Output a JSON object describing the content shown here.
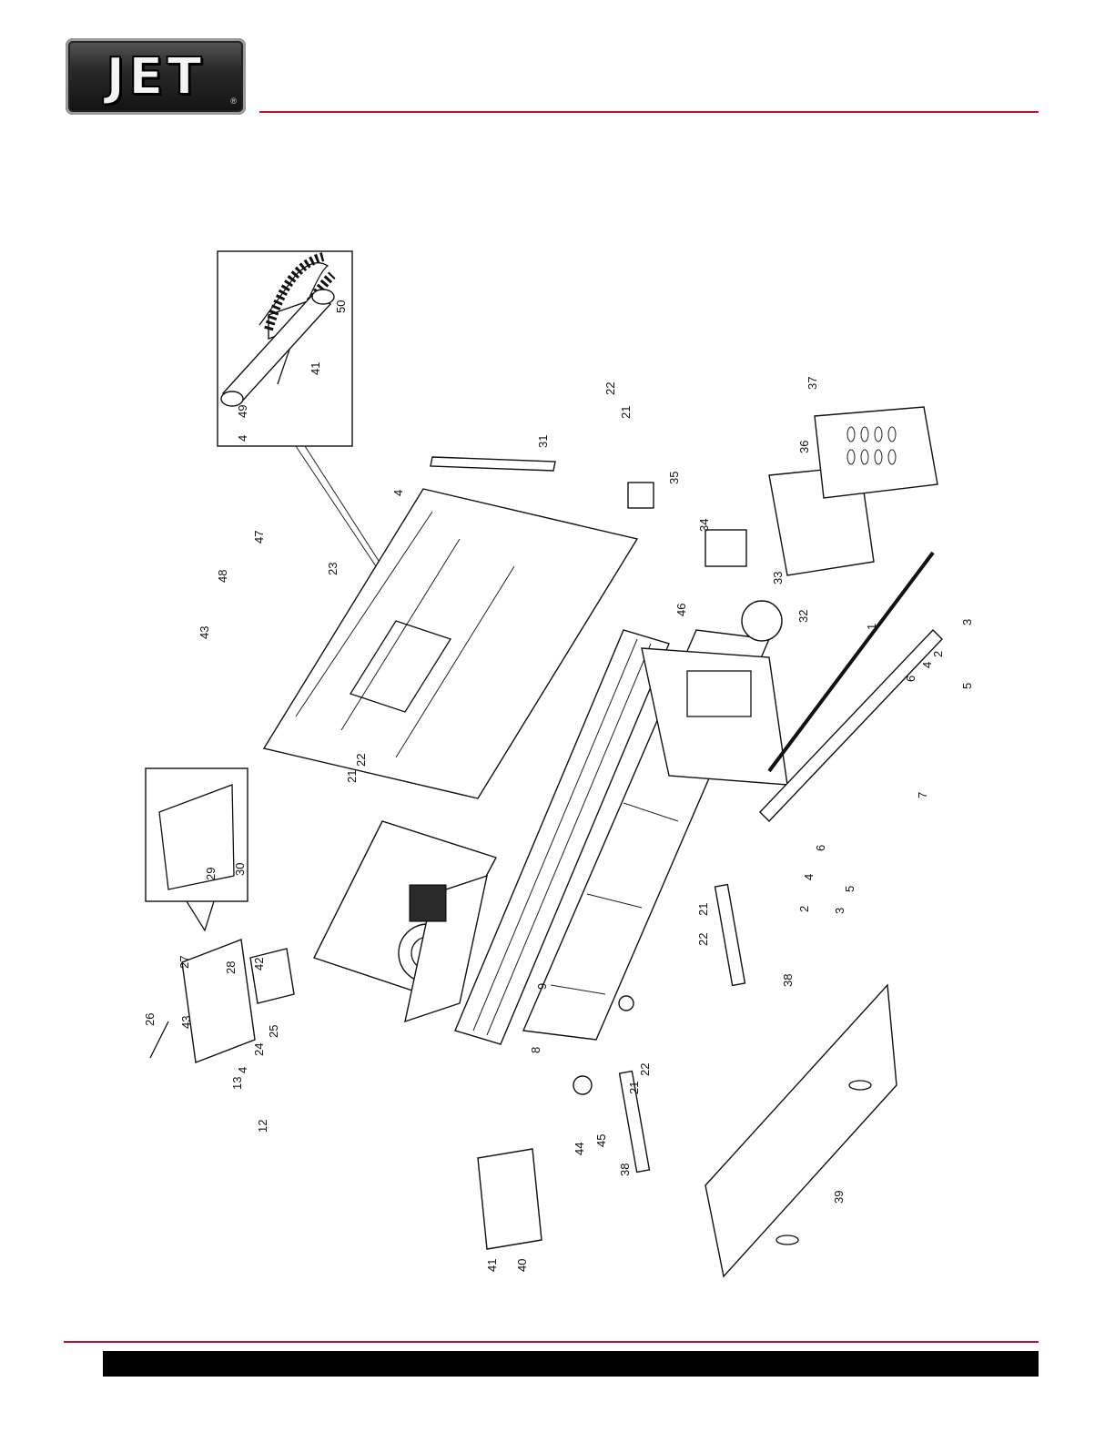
{
  "header": {
    "logo_text": "JET",
    "logo_registered": "®"
  },
  "colors": {
    "accent_rule": "#c8102e",
    "footer_bar": "#000000"
  },
  "diagram": {
    "part_labels": [
      "1",
      "2",
      "2",
      "3",
      "3",
      "4",
      "4",
      "4",
      "4",
      "4",
      "5",
      "5",
      "6",
      "6",
      "7",
      "8",
      "9",
      "12",
      "13",
      "21",
      "21",
      "21",
      "21",
      "22",
      "22",
      "22",
      "22",
      "23",
      "24",
      "25",
      "26",
      "27",
      "28",
      "29",
      "30",
      "31",
      "32",
      "33",
      "34",
      "35",
      "36",
      "37",
      "38",
      "38",
      "39",
      "40",
      "41",
      "41",
      "42",
      "43",
      "43",
      "44",
      "45",
      "46",
      "47",
      "48",
      "49",
      "50"
    ],
    "callouts": {
      "c1": "1",
      "c2a": "2",
      "c2b": "2",
      "c3a": "3",
      "c3b": "3",
      "c4a": "4",
      "c4b": "4",
      "c4c": "4",
      "c4d": "4",
      "c4e": "4",
      "c5a": "5",
      "c5b": "5",
      "c6a": "6",
      "c6b": "6",
      "c7": "7",
      "c8": "8",
      "c9": "9",
      "c12": "12",
      "c13": "13",
      "c21a": "21",
      "c21b": "21",
      "c21c": "21",
      "c21d": "21",
      "c22a": "22",
      "c22b": "22",
      "c22c": "22",
      "c22d": "22",
      "c23": "23",
      "c24": "24",
      "c25": "25",
      "c26": "26",
      "c27": "27",
      "c28": "28",
      "c29": "29",
      "c30": "30",
      "c31": "31",
      "c32": "32",
      "c33": "33",
      "c34": "34",
      "c35": "35",
      "c36": "36",
      "c37": "37",
      "c38a": "38",
      "c38b": "38",
      "c39": "39",
      "c40": "40",
      "c41a": "41",
      "c41b": "41",
      "c42": "42",
      "c43a": "43",
      "c43b": "43",
      "c44": "44",
      "c45": "45",
      "c46": "46",
      "c47": "47",
      "c48": "48",
      "c49": "49",
      "c50": "50"
    }
  }
}
